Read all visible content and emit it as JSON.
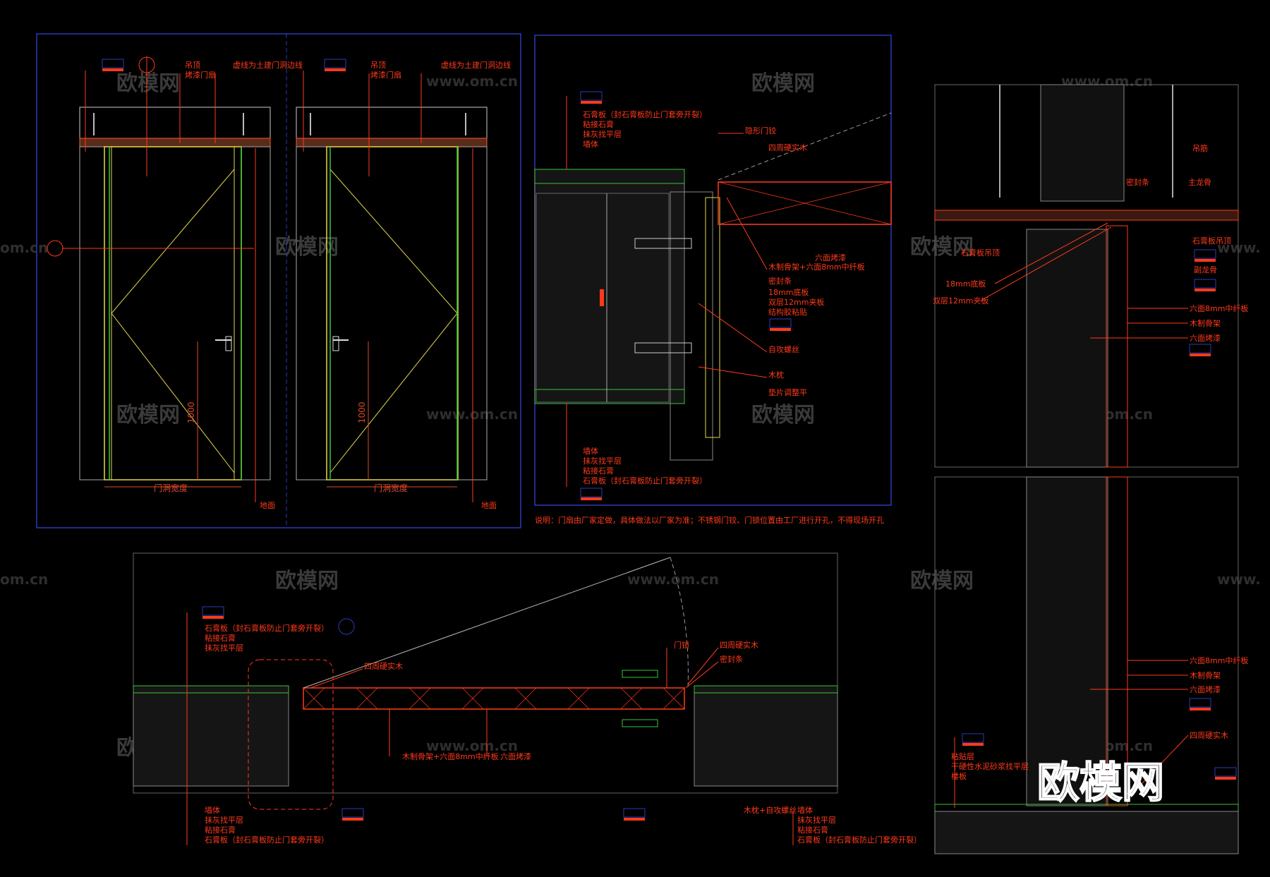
{
  "watermark": {
    "text": "欧模网",
    "url": "www.om.cn",
    "url_partial": "om.cn",
    "url_prefix": "www."
  },
  "brand_logo": "欧模网",
  "elevation_left": {
    "top_labels": [
      "吊顶",
      "烤漆门扇"
    ],
    "door_edge_note": "虚线为土建门洞边线",
    "dim_height": "1000",
    "dim_width": "门洞宽度",
    "floor": "地面"
  },
  "elevation_right": {
    "top_labels": [
      "吊顶",
      "烤漆门扇"
    ],
    "door_edge_note": "虚线为土建门洞边线",
    "dim_height": "1000",
    "dim_width": "门洞宽度",
    "floor": "地面"
  },
  "plan_detail": {
    "top_layers": [
      "石膏板（封石膏板防止门套旁开裂）",
      "粘接石膏",
      "抹灰找平层",
      "墙体"
    ],
    "right_labels": [
      "隐形门铰",
      "四周硬实木",
      "六面烤漆",
      "木制骨架+六面8mm中纤板",
      "密封条",
      "18mm底板",
      "双层12mm夹板",
      "结构胶粘贴",
      "自攻螺丝",
      "木枕",
      "垫片调整平"
    ],
    "bottom_layers": [
      "墙体",
      "抹灰找平层",
      "粘接石膏",
      "石膏板（封石膏板防止门套旁开裂）"
    ]
  },
  "note": "说明：门扇由厂家定做，具体做法以厂家为准；不锈钢门铰、门锁位置由工厂进行开孔，不得现场开孔",
  "bottom_plan": {
    "top_left_layers": [
      "石膏板（封石膏板防止门套旁开裂）",
      "粘接石膏",
      "抹灰找平层"
    ],
    "top_labels": [
      "四周硬实木",
      "门锁",
      "四周硬实木",
      "密封条"
    ],
    "mid_labels": [
      "木制骨架+六面8mm中纤板",
      "六面烤漆"
    ],
    "bottom_left_layers": [
      "墙体",
      "抹灰找平层",
      "粘接石膏",
      "石膏板（封石膏板防止门套旁开裂）"
    ],
    "bottom_right_label": "木枕+自攻螺丝",
    "bottom_right_layers": [
      "墙体",
      "抹灰找平层",
      "粘接石膏",
      "石膏板（封石膏板防止门套旁开裂）"
    ]
  },
  "section": {
    "top_labels": [
      "吊筋",
      "密封条",
      "主龙骨",
      "石膏板吊顶",
      "副龙骨"
    ],
    "left_labels": [
      "石膏板吊顶",
      "18mm底板",
      "双层12mm夹板"
    ],
    "upper_right": [
      "六面8mm中纤板",
      "木制骨架",
      "六面烤漆"
    ],
    "lower_right": [
      "六面8mm中纤板",
      "木制骨架",
      "六面烤漆",
      "四周硬实木"
    ],
    "floor_layers": [
      "粘贴层",
      "干硬性水泥砂浆找平层",
      "楼板"
    ]
  },
  "colors": {
    "red": "#ff3a1a",
    "yellow": "#e6d84a",
    "blue": "#2a3ab8",
    "green": "#3ac43a",
    "gray": "#777777",
    "white": "#ffffff"
  }
}
